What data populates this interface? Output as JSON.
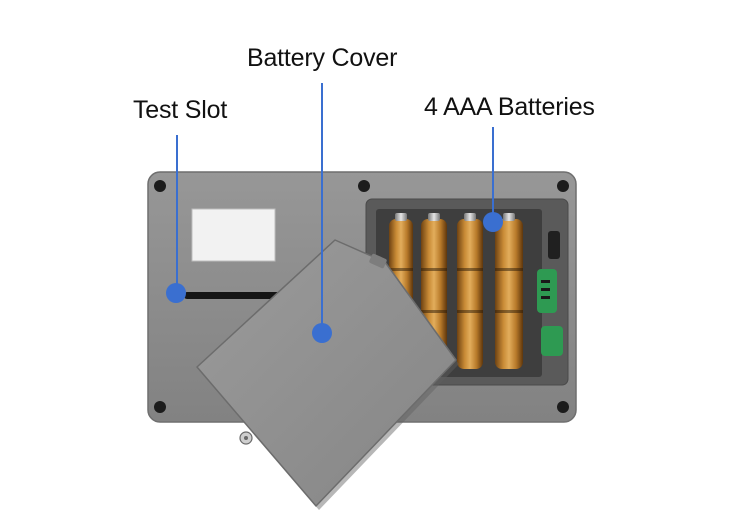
{
  "callouts": {
    "test_slot": {
      "label": "Test Slot"
    },
    "battery_cover": {
      "label": "Battery Cover"
    },
    "batteries": {
      "label": "4 AAA Batteries"
    }
  },
  "battery_count": 4,
  "colors": {
    "callout": "#3a6fd0",
    "body": "#8c8c8c",
    "compartment": "#545454",
    "battery_gold": "#b8792a",
    "contact_green": "#2e9a52"
  }
}
